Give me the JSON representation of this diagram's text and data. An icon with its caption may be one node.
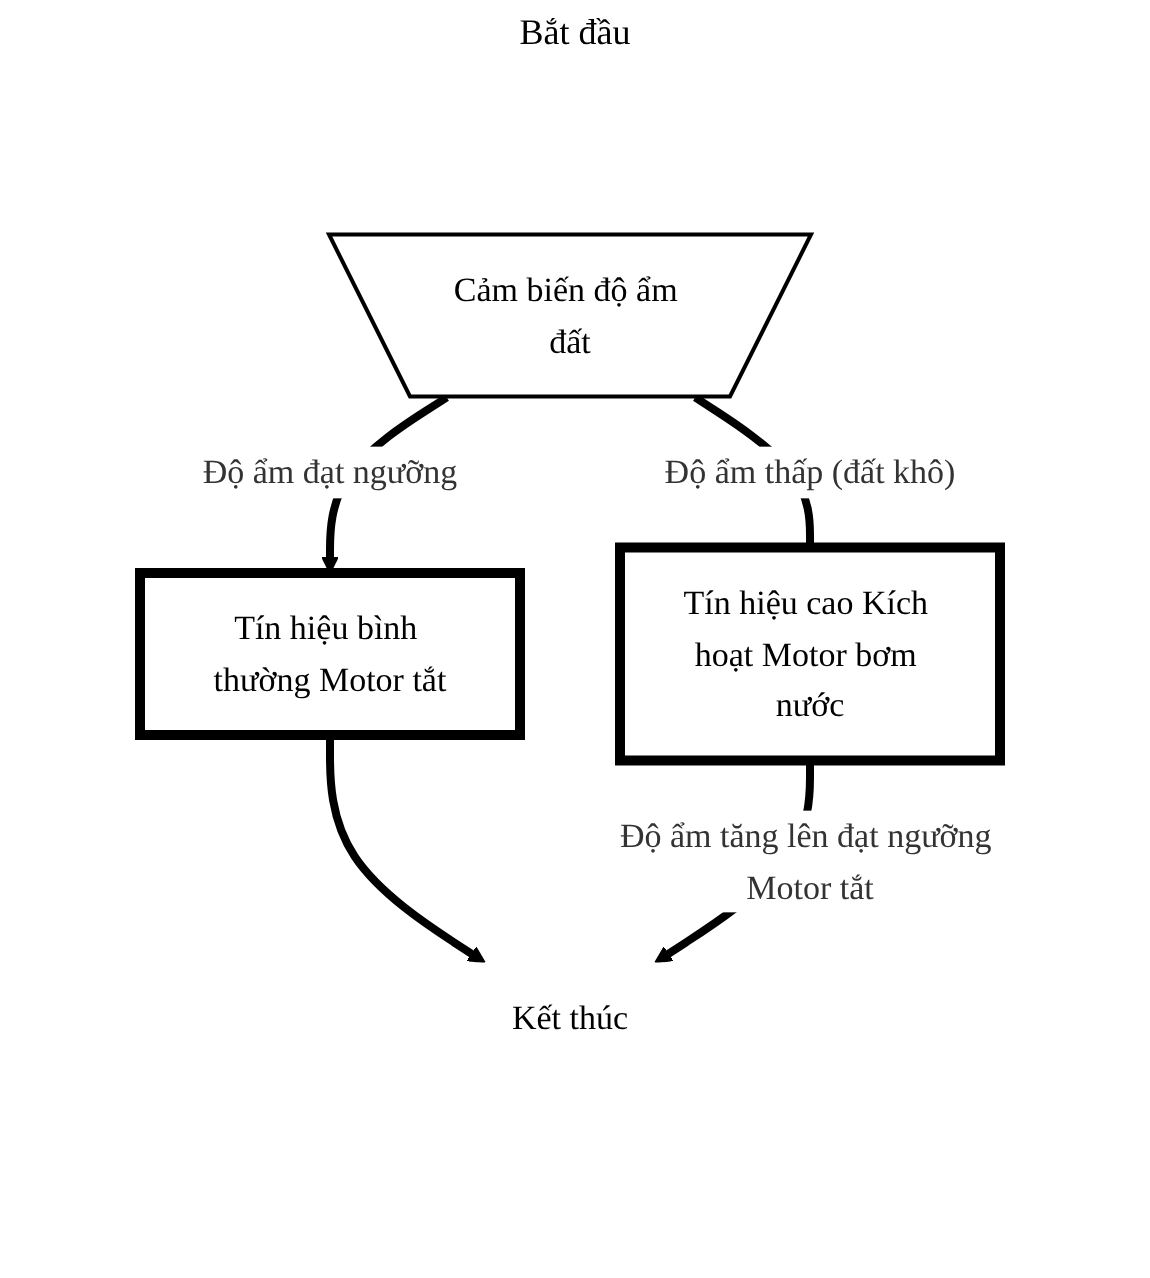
{
  "diagram": {
    "nodes": [
      {
        "text": [
          "Cảm biến độ ẩm đất"
        ]
      },
      {
        "text": [
          "Tín hiệu bình thường Motor tắt"
        ]
      },
      {
        "text": [
          "Tín hiệu cao Kích hoạt Motor bơm nước"
        ]
      },
      {
        "text": [
          "Kết thúc"
        ]
      }
    ],
    "edges": [
      {
        "from": 0,
        "to": 1,
        "arrow": "to",
        "label": "Độ ẩm đạt ngưỡng"
      },
      {
        "from": 0,
        "to": 2,
        "arrow": "none",
        "label": "Độ ẩm thấp (đất khô)"
      },
      {
        "from": 1,
        "to": 3,
        "arrow": "to"
      },
      {
        "from": 2,
        "to": 3,
        "arrow": "to",
        "label": "Độ ẩm tăng lên đạt ngưỡng Motor tắt"
      }
    ],
    "labels": [
      "Bắt đầu"
    ]
  }
}
